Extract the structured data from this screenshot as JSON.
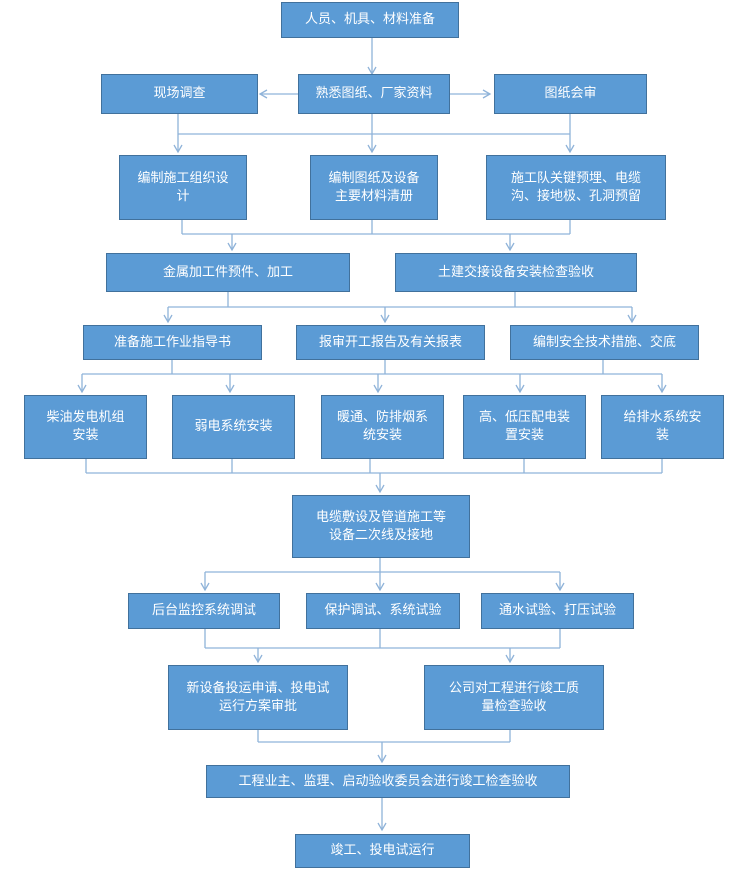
{
  "nodes": {
    "n1": "人员、机具、材料准备",
    "n2": "现场调查",
    "n3": "熟悉图纸、厂家资料",
    "n4": "图纸会审",
    "n5": "编制施工组织设\n计",
    "n6": "编制图纸及设备\n主要材料清册",
    "n7": "施工队关键预埋、电缆\n沟、接地极、孔洞预留",
    "n8": "金属加工件预件、加工",
    "n9": "土建交接设备安装检查验收",
    "n10": "准备施工作业指导书",
    "n11": "报审开工报告及有关报表",
    "n12": "编制安全技术措施、交底",
    "n13": "柴油发电机组\n安装",
    "n14": "弱电系统安装",
    "n15": "暖通、防排烟系\n统安装",
    "n16": "高、低压配电装\n置安装",
    "n17": "给排水系统安\n装",
    "n18": "电缆敷设及管道施工等\n设备二次线及接地",
    "n19": "后台监控系统调试",
    "n20": "保护调试、系统试验",
    "n21": "通水试验、打压试验",
    "n22": "新设备投运申请、投电试\n运行方案审批",
    "n23": "公司对工程进行竣工质\n量检查验收",
    "n24": "工程业主、监理、启动验收委员会进行竣工检查验收",
    "n25": "竣工、投电试运行"
  },
  "colors": {
    "box_fill": "#5b9bd5",
    "box_border": "#41719c",
    "connector": "#8fb3d9",
    "text": "#ffffff"
  }
}
